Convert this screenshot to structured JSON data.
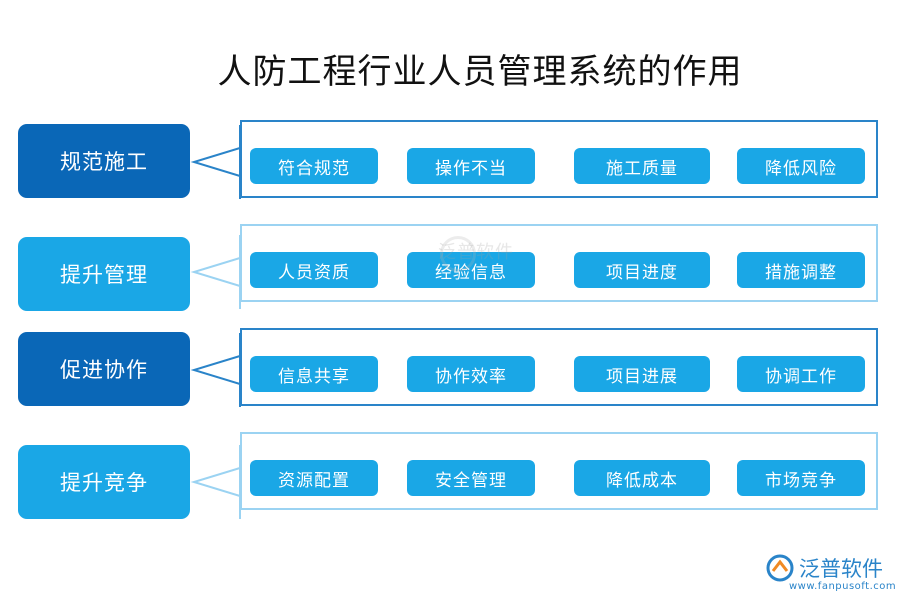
{
  "title": "人防工程行业人员管理系统的作用",
  "rows": [
    {
      "label": "规范施工",
      "items": [
        "符合规范",
        "操作不当",
        "施工质量",
        "降低风险"
      ]
    },
    {
      "label": "提升管理",
      "items": [
        "人员资质",
        "经验信息",
        "项目进度",
        "措施调整"
      ]
    },
    {
      "label": "促进协作",
      "items": [
        "信息共享",
        "协作效率",
        "项目进展",
        "协调工作"
      ]
    },
    {
      "label": "提升竞争",
      "items": [
        "资源配置",
        "安全管理",
        "降低成本",
        "市场竞争"
      ]
    }
  ],
  "watermark": {
    "text": "泛普软件"
  },
  "logo": {
    "name": "泛普软件",
    "url": "www.fanpusoft.com"
  },
  "colors": {
    "dark_blue": "#0a67b7",
    "light_blue": "#1aa7e6",
    "box_border": "#9bd3f2"
  }
}
